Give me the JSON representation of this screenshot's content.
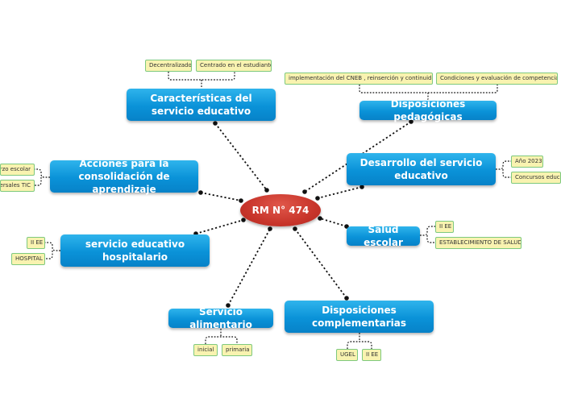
{
  "center": {
    "label": "RM N° 474"
  },
  "nodes": {
    "caracteristicas": {
      "label": "Características  del servicio educativo",
      "tags": [
        "Decentralizado",
        "Centrado en el estudiante"
      ]
    },
    "pedagogicas": {
      "label": "Disposiciones pedagógicas",
      "tags": [
        "implementación del CNEB , reinserción y continuidad",
        "Condiciones y evaluación de competencias"
      ]
    },
    "desarrollo": {
      "label": "Desarrollo del servicio educativo",
      "tags": [
        "Año 2023",
        "Concursos educativos"
      ]
    },
    "acciones": {
      "label": "Acciones para la consolidación de aprendizaje",
      "tags": [
        "Refuerzo escolar",
        "Transversales TIC"
      ]
    },
    "salud": {
      "label": "Salud escolar",
      "tags": [
        "II EE",
        "ESTABLECIMIENTO  DE SALUD"
      ]
    },
    "hospitalario": {
      "label": "servicio educativo hospitalario",
      "tags": [
        "II EE",
        "HOSPITAL"
      ]
    },
    "alimentario": {
      "label": "Servicio alimentario",
      "tags": [
        "inicial",
        "primaria"
      ]
    },
    "complementarias": {
      "label": "Disposiciones complementarias",
      "tags": [
        "UGEL",
        "II EE"
      ]
    }
  }
}
